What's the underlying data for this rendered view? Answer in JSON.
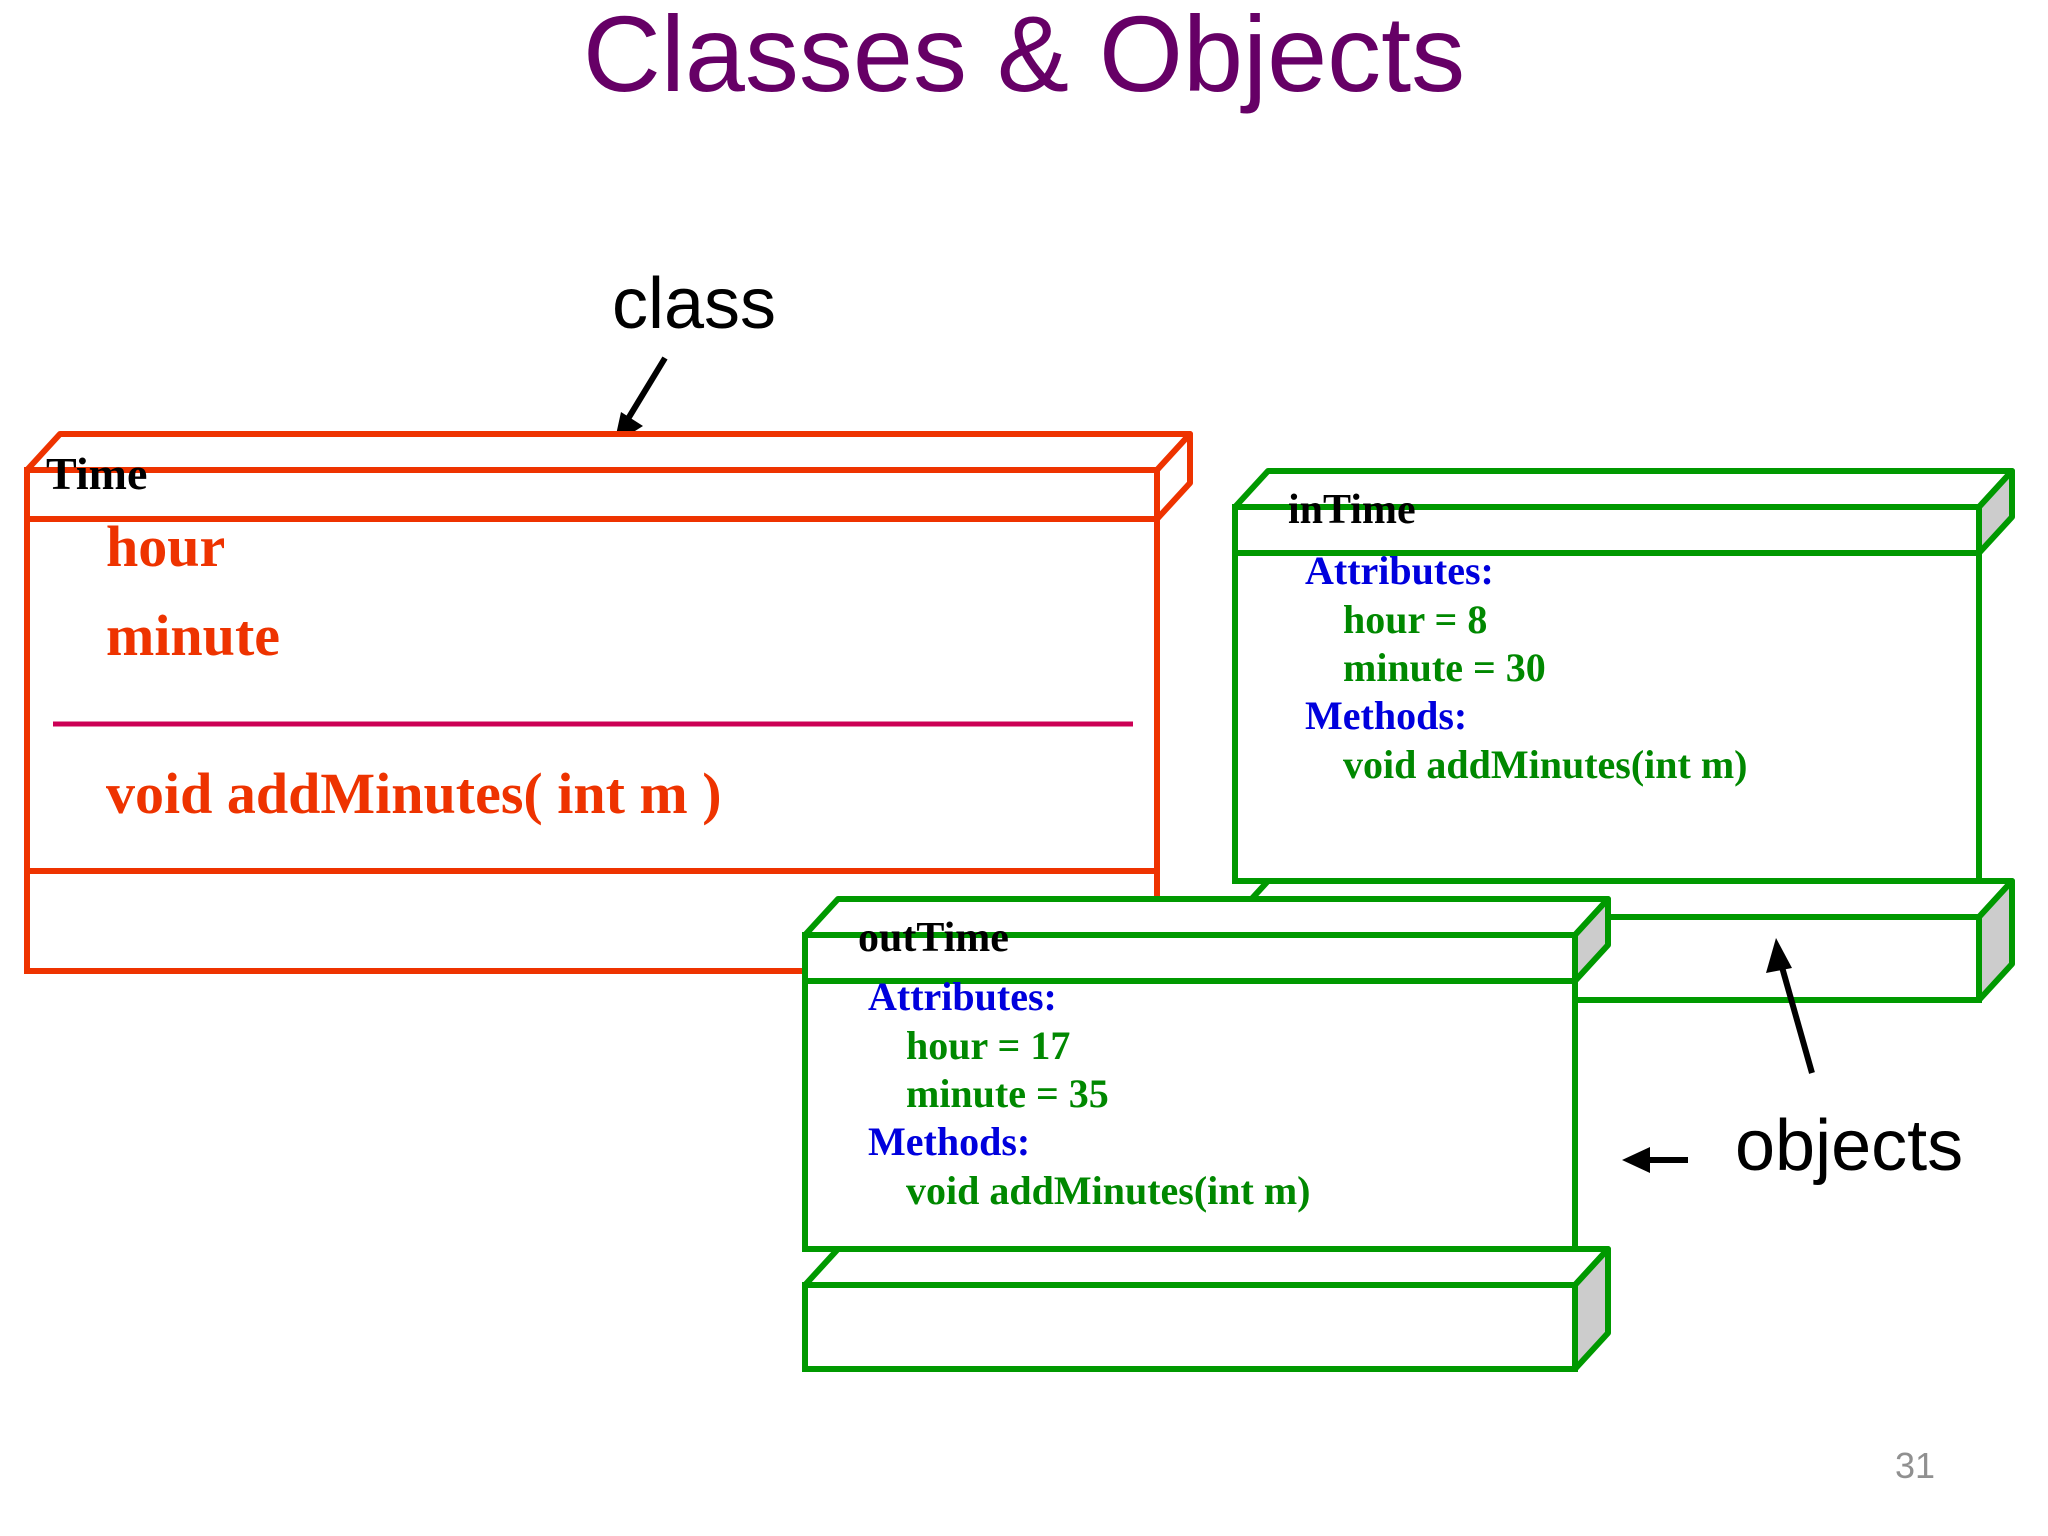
{
  "slide": {
    "title": "Classes & Objects",
    "page_number": "31",
    "background_color": "#FFFFFF",
    "title_color": "#660066"
  },
  "callouts": {
    "class_label": "class",
    "objects_label": "objects"
  },
  "class_box": {
    "name": "Time",
    "border_color": "#EE3300",
    "name_color": "#000000",
    "member_color": "#EE3300",
    "divider_color": "#CC0055",
    "attributes": [
      "hour",
      "minute"
    ],
    "methods": [
      "void addMinutes( int m )"
    ]
  },
  "objects": [
    {
      "name": "inTime",
      "border_color": "#009900",
      "name_color": "#000000",
      "section_color": "#0000DD",
      "member_color": "#008800",
      "side_color": "#CCCCCC",
      "attributes_label": "Attributes:",
      "attributes": [
        "hour = 8",
        "minute = 30"
      ],
      "methods_label": "Methods:",
      "methods": [
        "void addMinutes(int m)"
      ]
    },
    {
      "name": "outTime",
      "border_color": "#009900",
      "name_color": "#000000",
      "section_color": "#0000DD",
      "member_color": "#008800",
      "side_color": "#CCCCCC",
      "attributes_label": "Attributes:",
      "attributes": [
        "hour = 17",
        "minute = 35"
      ],
      "methods_label": "Methods:",
      "methods": [
        "void addMinutes(int m)"
      ]
    }
  ]
}
